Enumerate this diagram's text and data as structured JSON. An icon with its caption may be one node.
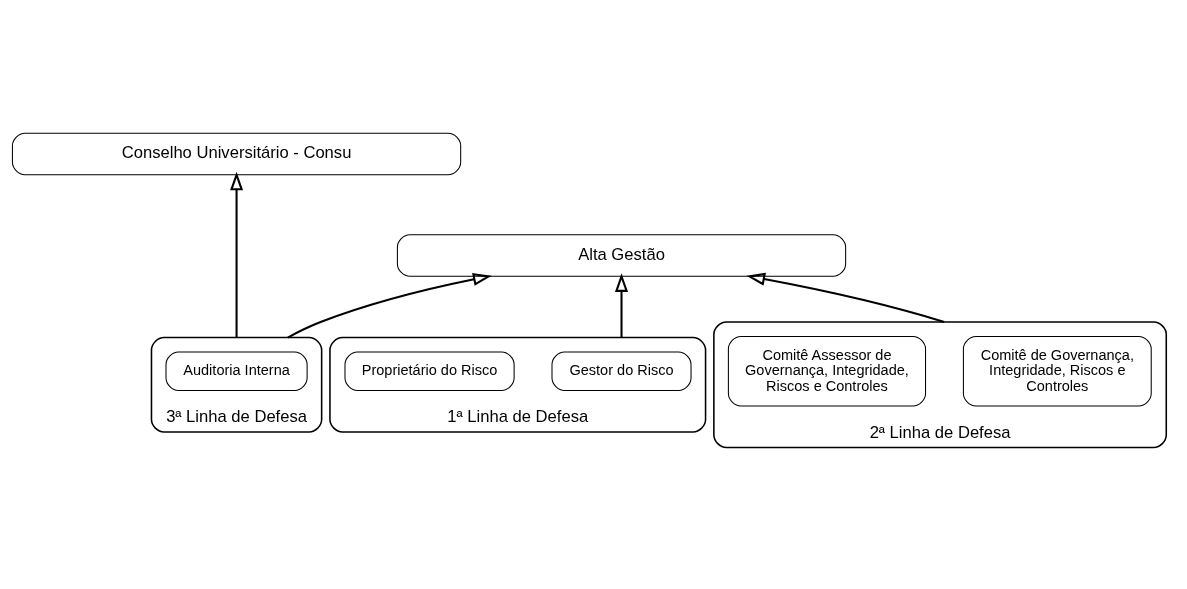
{
  "diagram": {
    "nodes": [
      {
        "text": [
          "Conselho Universitário - Consu"
        ]
      },
      {
        "text": [
          "Alta Gestão"
        ]
      },
      {
        "text": [
          "1ª Linha de Defesa"
        ]
      },
      {
        "text": [
          "Gestor do Risco"
        ],
        "in": 2
      },
      {
        "text": [
          "Proprietário do Risco"
        ],
        "in": 2
      },
      {
        "text": [
          "2ª Linha de Defesa"
        ]
      },
      {
        "text": [
          "Comitê de Governança, Integridade, Riscos e Controles"
        ],
        "in": 5
      },
      {
        "text": [
          "Comitê Assessor de Governança, Integridade, Riscos e Controles"
        ],
        "in": 5
      },
      {
        "text": [
          "3ª Linha de Defesa"
        ]
      },
      {
        "text": [
          "Auditoria Interna"
        ],
        "in": 8
      }
    ],
    "edges": [
      {
        "from": 2,
        "to": 1,
        "arrow": "to"
      },
      {
        "from": 5,
        "to": 1,
        "arrow": "to"
      },
      {
        "from": 8,
        "to": 1,
        "arrow": "to"
      },
      {
        "from": 8,
        "to": 0,
        "arrow": "to"
      }
    ]
  }
}
